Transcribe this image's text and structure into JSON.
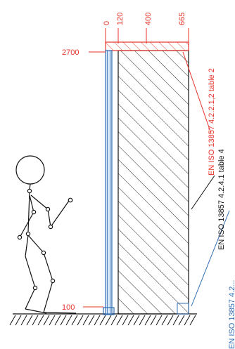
{
  "dimensions": {
    "top_ticks": [
      "0",
      "120",
      "400",
      "665"
    ],
    "height_top": "2700",
    "height_bottom": "100"
  },
  "references": {
    "red": "EN ISO 13857 4.2.2.1,2 table 2",
    "black": "EN ISO 13857 4.2.4.1 table 4",
    "blue": "EN ISO 13857 4.2..."
  },
  "colors": {
    "red": "#e8322a",
    "blue": "#2f6db5",
    "black": "#111111"
  },
  "icons": [
    "person-figure",
    "ground-hatch",
    "guard-hatch"
  ]
}
